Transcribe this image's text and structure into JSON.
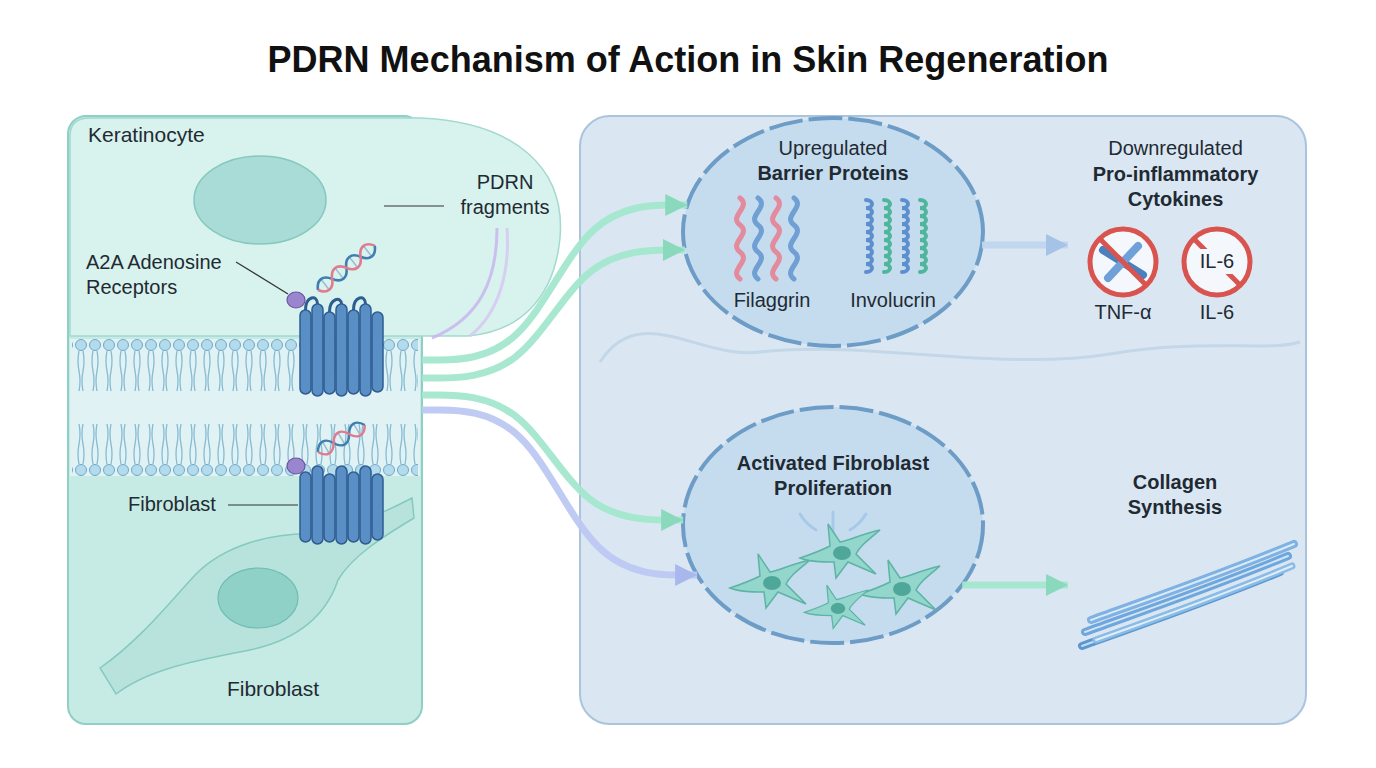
{
  "diagram": {
    "title": "PDRN Mechanism of Action in Skin Regeneration",
    "nodes": [
      {
        "text": [
          "Keratinocyte",
          "Fibroblast"
        ]
      },
      {
        "text": [
          "Upregulated",
          "Barrier Proteins",
          "Filaggrin",
          "Involucrin"
        ]
      },
      {
        "text": [
          "Downregulated",
          "Pro-inflammatory Cytokines",
          "IL-6",
          "TNF-α",
          "IL-6"
        ]
      },
      {
        "text": [
          "Activated Fibroblast Proliferation"
        ]
      },
      {
        "text": [
          "Collagen Synthesis"
        ]
      }
    ],
    "edges": [
      {
        "from": 0,
        "to": 1,
        "arrow": "to"
      },
      {
        "from": 0,
        "to": 1,
        "arrow": "to"
      },
      {
        "from": 0,
        "to": 3,
        "arrow": "to"
      },
      {
        "from": 0,
        "to": 3,
        "arrow": "to"
      },
      {
        "from": 1,
        "to": 2,
        "arrow": "to"
      },
      {
        "from": 3,
        "to": 4,
        "arrow": "to"
      }
    ],
    "labels": [
      "PDRN fragments",
      "A2A Adenosine Receptors",
      "Fibroblast"
    ]
  }
}
